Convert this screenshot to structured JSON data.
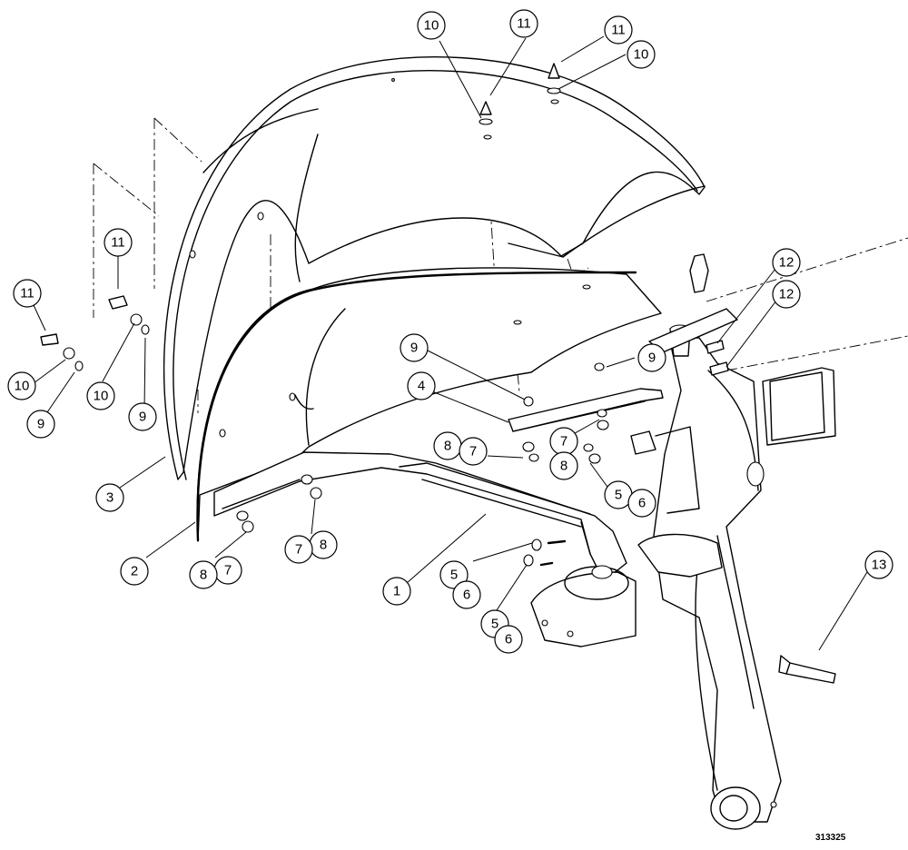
{
  "drawing_number": "313325",
  "callouts": [
    {
      "label": "10"
    },
    {
      "label": "11"
    },
    {
      "label": "11"
    },
    {
      "label": "10"
    },
    {
      "label": "11"
    },
    {
      "label": "11"
    },
    {
      "label": "10"
    },
    {
      "label": "10"
    },
    {
      "label": "9"
    },
    {
      "label": "9"
    },
    {
      "label": "3"
    },
    {
      "label": "2"
    },
    {
      "label": "9"
    },
    {
      "label": "4"
    },
    {
      "label": "9"
    },
    {
      "label": "8"
    },
    {
      "label": "7"
    },
    {
      "label": "7"
    },
    {
      "label": "8"
    },
    {
      "label": "8"
    },
    {
      "label": "7"
    },
    {
      "label": "7"
    },
    {
      "label": "8"
    },
    {
      "label": "1"
    },
    {
      "label": "5"
    },
    {
      "label": "6"
    },
    {
      "label": "5"
    },
    {
      "label": "6"
    },
    {
      "label": "5"
    },
    {
      "label": "6"
    },
    {
      "label": "12"
    },
    {
      "label": "12"
    },
    {
      "label": "13"
    }
  ]
}
